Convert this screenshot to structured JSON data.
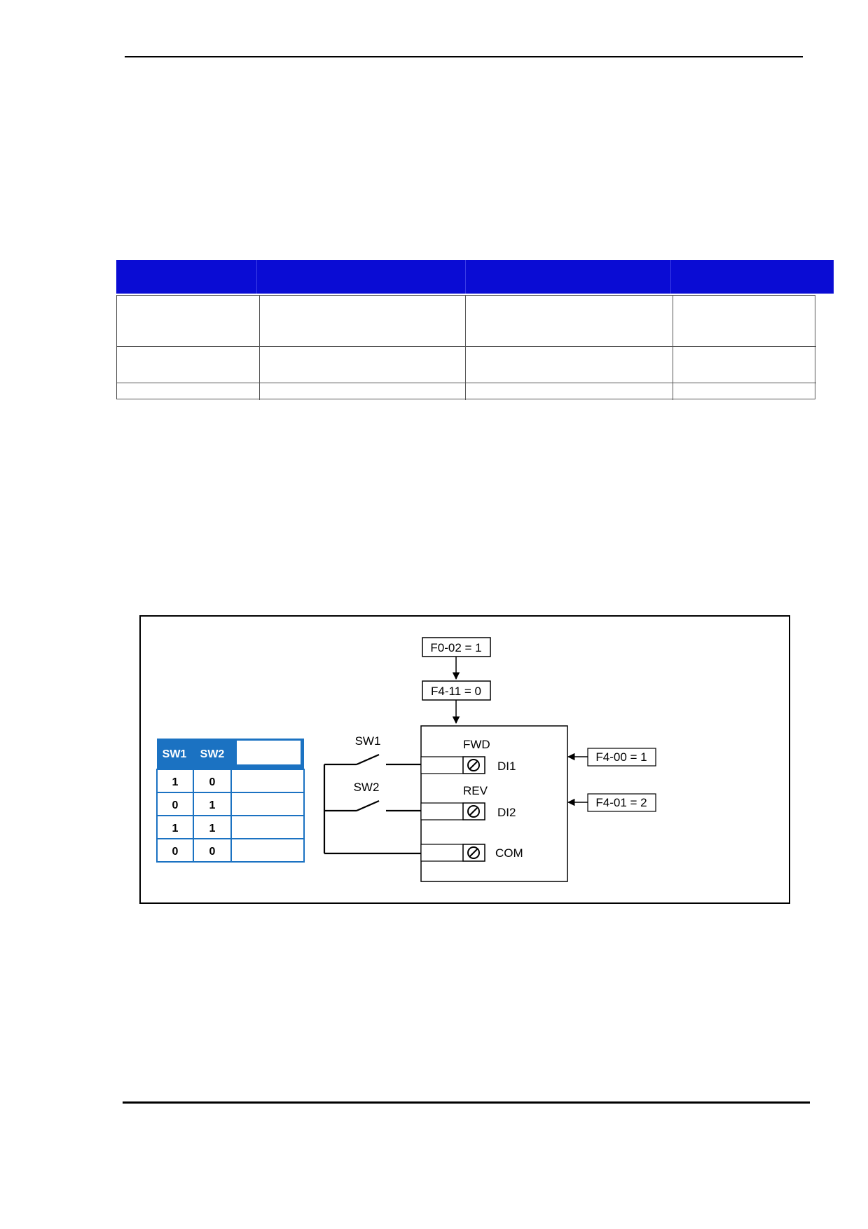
{
  "diagram": {
    "params": {
      "f0_02": "F0-02 = 1",
      "f4_11": "F4-11 = 0",
      "f4_00": "F4-00 = 1",
      "f4_01": "F4-01 = 2"
    },
    "switches": {
      "sw1": "SW1",
      "sw2": "SW2"
    },
    "terminals": {
      "fwd": "FWD",
      "rev": "REV",
      "di1": "DI1",
      "di2": "DI2",
      "com": "COM"
    },
    "truth_table": {
      "headers": [
        "SW1",
        "SW2"
      ],
      "rows": [
        [
          "1",
          "0"
        ],
        [
          "0",
          "1"
        ],
        [
          "1",
          "1"
        ],
        [
          "0",
          "0"
        ]
      ]
    }
  }
}
